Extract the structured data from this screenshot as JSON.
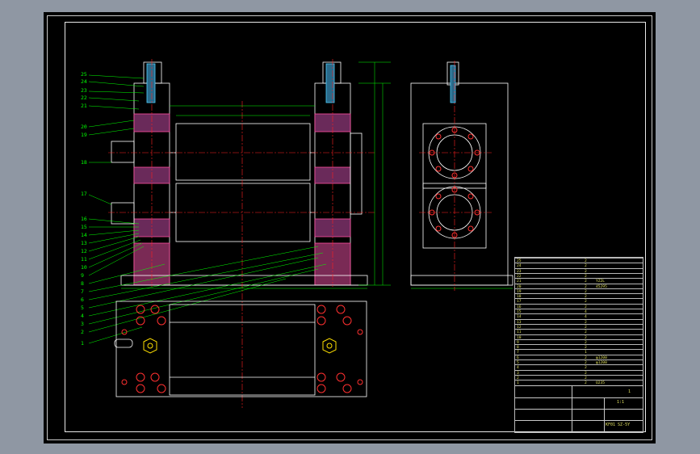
{
  "drawing": {
    "part_labels": [
      "25",
      "24",
      "23",
      "22",
      "21",
      "20",
      "19",
      "18",
      "17",
      "16",
      "15",
      "14",
      "13",
      "12",
      "11",
      "10",
      "9",
      "8",
      "7",
      "6",
      "5",
      "4",
      "3",
      "2",
      "1"
    ],
    "bom_rows": [
      {
        "no": "25",
        "name": "",
        "qty": "2",
        "mat": ""
      },
      {
        "no": "24",
        "name": "",
        "qty": "2",
        "mat": ""
      },
      {
        "no": "23",
        "name": "",
        "qty": "2",
        "mat": ""
      },
      {
        "no": "22",
        "name": "",
        "qty": "2",
        "mat": ""
      },
      {
        "no": "21",
        "name": "",
        "qty": "2",
        "mat": "YZ2L"
      },
      {
        "no": "20",
        "name": "",
        "qty": "2",
        "mat": "45295"
      },
      {
        "no": "19",
        "name": "",
        "qty": "2",
        "mat": ""
      },
      {
        "no": "18",
        "name": "",
        "qty": "2",
        "mat": ""
      },
      {
        "no": "17",
        "name": "",
        "qty": "2",
        "mat": ""
      },
      {
        "no": "16",
        "name": "",
        "qty": "2",
        "mat": ""
      },
      {
        "no": "15",
        "name": "",
        "qty": "4",
        "mat": ""
      },
      {
        "no": "14",
        "name": "",
        "qty": "4",
        "mat": ""
      },
      {
        "no": "13",
        "name": "",
        "qty": "2",
        "mat": ""
      },
      {
        "no": "12",
        "name": "",
        "qty": "2",
        "mat": ""
      },
      {
        "no": "11",
        "name": "",
        "qty": "2",
        "mat": ""
      },
      {
        "no": "10",
        "name": "",
        "qty": "2",
        "mat": ""
      },
      {
        "no": "9",
        "name": "",
        "qty": "2",
        "mat": ""
      },
      {
        "no": "8",
        "name": "",
        "qty": "2",
        "mat": ""
      },
      {
        "no": "7",
        "name": "",
        "qty": "1",
        "mat": ""
      },
      {
        "no": "6",
        "name": "",
        "qty": "2",
        "mat": "φ1200"
      },
      {
        "no": "5",
        "name": "",
        "qty": "2",
        "mat": "φ1200"
      },
      {
        "no": "4",
        "name": "",
        "qty": "2",
        "mat": ""
      },
      {
        "no": "3",
        "name": "",
        "qty": "2",
        "mat": ""
      },
      {
        "no": "2",
        "name": "",
        "qty": "2",
        "mat": ""
      },
      {
        "no": "1",
        "name": "",
        "qty": "2",
        "mat": "Q235"
      }
    ],
    "title_block": {
      "scale": "1:1",
      "sheet": "1",
      "code": "KF01 SZ-5Y",
      "weight": "",
      "cells": [
        "",
        "",
        ""
      ]
    }
  }
}
